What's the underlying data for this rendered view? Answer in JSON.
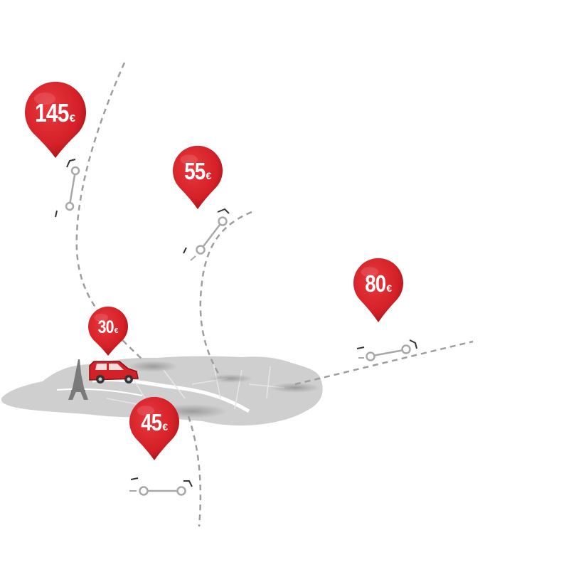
{
  "colors": {
    "pin_red": "#d42027",
    "pin_dark": "#a3141a",
    "route_grey": "#9e9e9e",
    "map_grey": "#cfcfcf",
    "car_red": "#d42027"
  },
  "icons": {
    "tower": "eiffel-tower-icon",
    "car": "car-icon",
    "pin": "map-pin-icon",
    "route": "route-icon"
  },
  "pins": [
    {
      "id": "145",
      "amount": "145",
      "currency": "€"
    },
    {
      "id": "55",
      "amount": "55",
      "currency": "€"
    },
    {
      "id": "80",
      "amount": "80",
      "currency": "€"
    },
    {
      "id": "30",
      "amount": "30",
      "currency": "€"
    },
    {
      "id": "45",
      "amount": "45",
      "currency": "€"
    }
  ]
}
